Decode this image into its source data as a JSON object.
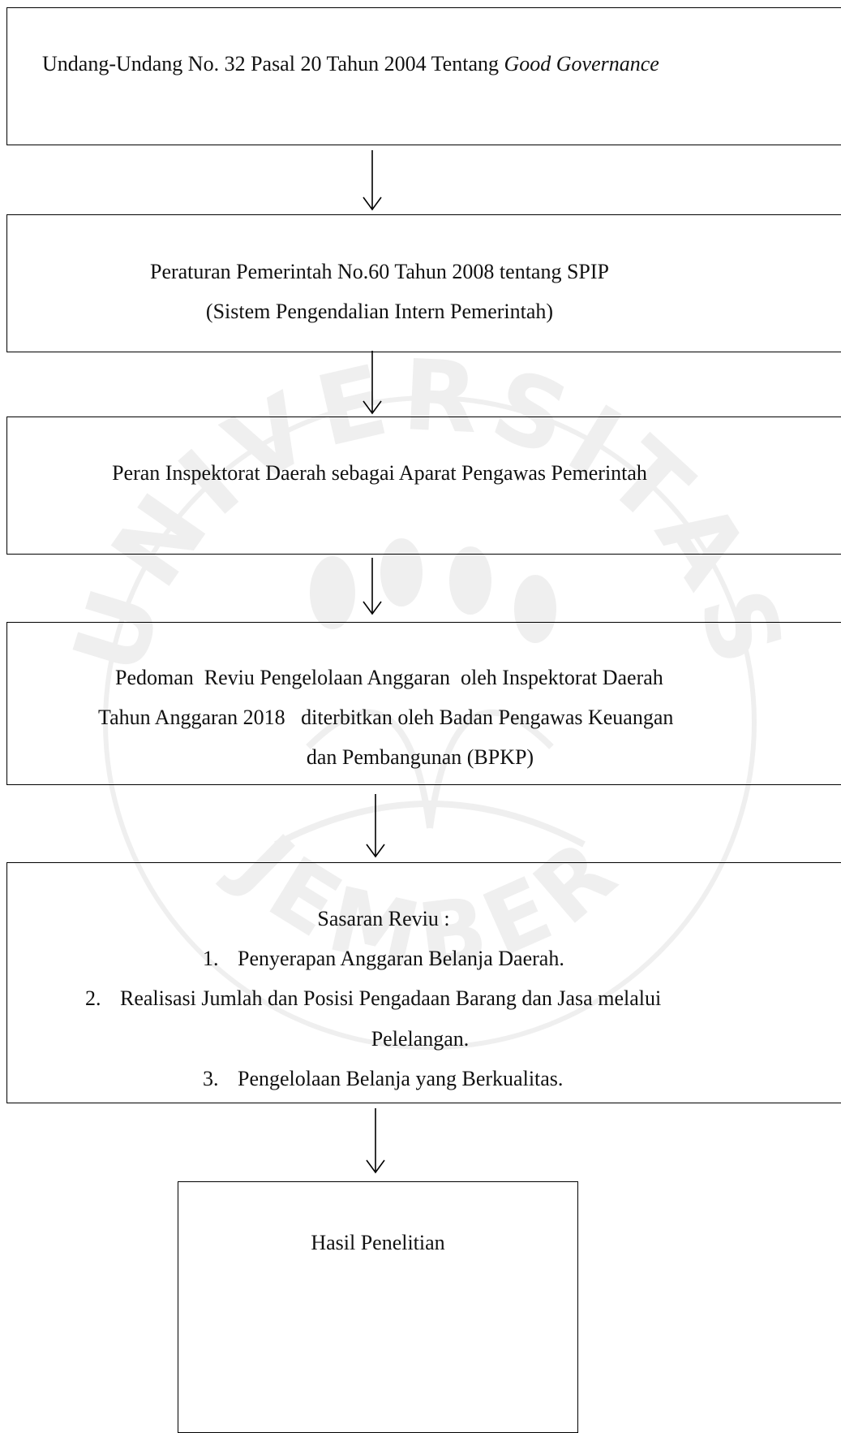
{
  "flow": {
    "step1": {
      "text": "Undang-Undang No. 32 Pasal 20 Tahun 2004 Tentang ",
      "italic": "Good Governance"
    },
    "step2": {
      "line1": "Peraturan Pemerintah No.60 Tahun 2008 tentang SPIP",
      "line2": "(Sistem Pengendalian Intern Pemerintah)"
    },
    "step3": {
      "text": "Peran Inspektorat Daerah sebagai Aparat Pengawas Pemerintah"
    },
    "step4": {
      "line1": "Pedoman  Reviu Pengelolaan Anggaran  oleh Inspektorat Daerah",
      "line2": "Tahun Anggaran 2018   diterbitkan oleh Badan Pengawas Keuangan",
      "line3": "dan Pembangunan (BPKP)"
    },
    "step5": {
      "heading": "Sasaran Reviu :",
      "items": [
        {
          "num": "1.",
          "text": "Penyerapan Anggaran Belanja Daerah."
        },
        {
          "num": "2.",
          "text": "Realisasi Jumlah dan Posisi Pengadaan Barang dan Jasa melalui",
          "cont": "Pelelangan."
        },
        {
          "num": "3.",
          "text": "Pengelolaan Belanja yang Berkualitas."
        }
      ]
    },
    "step6": {
      "text": "Hasil Penelitian"
    }
  },
  "watermark": {
    "top_text": "UNIVERSITAS",
    "bottom_text": "JEMBER"
  }
}
